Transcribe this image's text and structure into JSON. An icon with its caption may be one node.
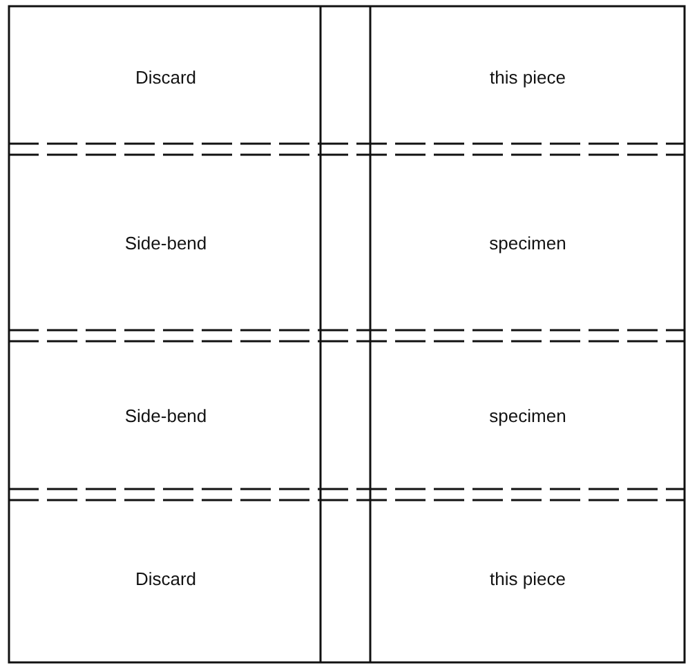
{
  "diagram": {
    "nodes": [
      {
        "text": [
          "Discard",
          "this piece"
        ]
      },
      {
        "text": [
          "Side-bend",
          "specimen"
        ]
      },
      {
        "text": [
          "Side-bend",
          "specimen"
        ]
      },
      {
        "text": [
          "Discard",
          "this piece"
        ]
      }
    ]
  }
}
